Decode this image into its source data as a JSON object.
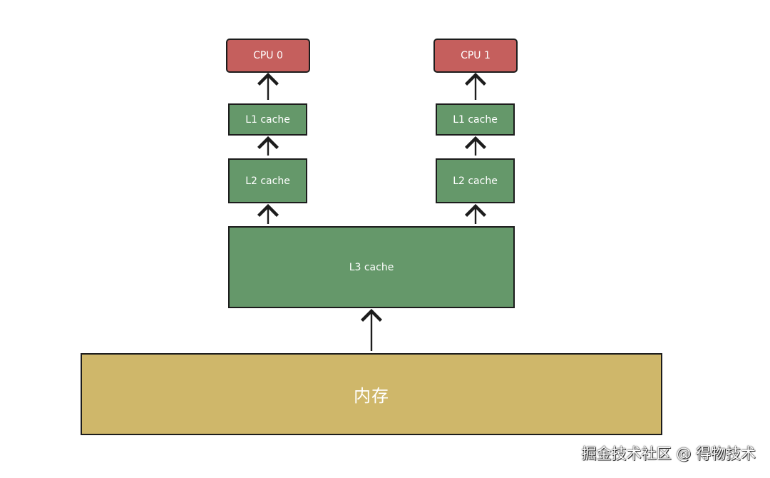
{
  "diagram": {
    "cpu0": {
      "label": "CPU 0"
    },
    "cpu1": {
      "label": "CPU 1"
    },
    "l1_left": {
      "label": "L1 cache"
    },
    "l1_right": {
      "label": "L1 cache"
    },
    "l2_left": {
      "label": "L2 cache"
    },
    "l2_right": {
      "label": "L2 cache"
    },
    "l3": {
      "label": "L3 cache"
    },
    "memory": {
      "label": "内存"
    }
  },
  "watermark": "掘金技术社区 @ 得物技术",
  "colors": {
    "cpu": "#c55f5d",
    "cache": "#65986a",
    "memory": "#cfb76a",
    "border": "#1c1c1c",
    "text": "#ffffff"
  }
}
